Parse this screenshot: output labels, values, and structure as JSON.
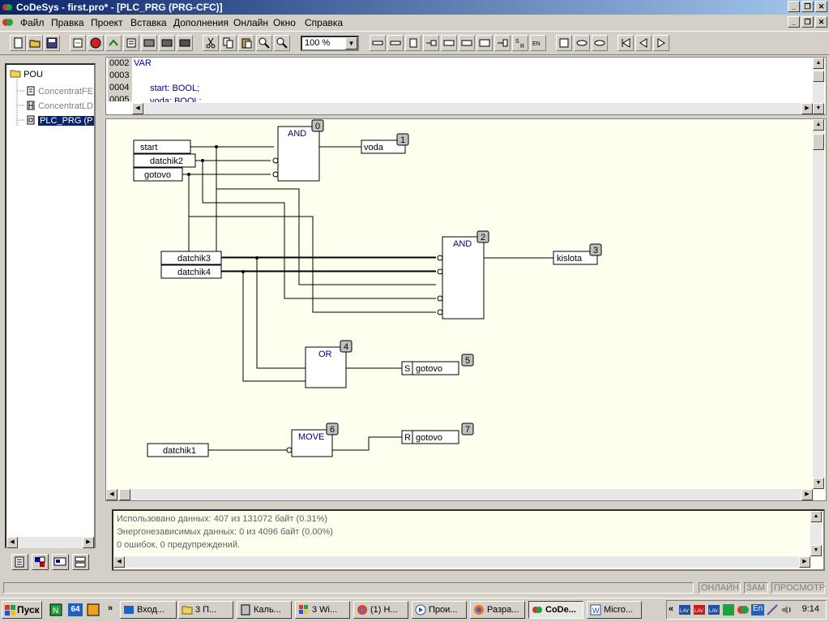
{
  "window": {
    "title": "CoDeSys - first.pro* - [PLC_PRG (PRG-CFC)]"
  },
  "menu": [
    "Файл",
    "Правка",
    "Проект",
    "Вставка",
    "Дополнения",
    "Онлайн",
    "Окно",
    "Справка"
  ],
  "toolbar": {
    "zoom": "100 %"
  },
  "tree": {
    "root": "POU",
    "items": [
      {
        "label": "ConcentratFE",
        "marker": "╶"
      },
      {
        "label": "ConcentratLD",
        "marker": "╶"
      },
      {
        "label": "PLC_PRG (P",
        "marker": "╶",
        "selected": true
      }
    ]
  },
  "var_editor": {
    "lines": [
      {
        "num": "0002",
        "text": "VAR"
      },
      {
        "num": "0003",
        "text": ""
      },
      {
        "num": "0004",
        "text": "start: BOOL;"
      },
      {
        "num": "0005",
        "text": "voda: BOOL;"
      }
    ]
  },
  "cfc": {
    "inputs": {
      "start": "start",
      "datchik2": "datchik2",
      "gotovo_in": "gotovo",
      "datchik3": "datchik3",
      "datchik4": "datchik4",
      "datchik1": "datchik1"
    },
    "blocks": {
      "and0": {
        "name": "AND",
        "num": "0"
      },
      "and2": {
        "name": "AND",
        "num": "2"
      },
      "or4": {
        "name": "OR",
        "num": "4"
      },
      "move6": {
        "name": "MOVE",
        "num": "6"
      }
    },
    "outputs": {
      "voda": {
        "label": "voda",
        "num": "1"
      },
      "kislota": {
        "label": "kislota",
        "num": "3"
      },
      "gotovo_s": {
        "label": "gotovo",
        "prefix": "S",
        "num": "5"
      },
      "gotovo_r": {
        "label": "gotovo",
        "prefix": "R",
        "num": "7"
      }
    }
  },
  "messages": [
    "Использовано данных: 407 из 131072 байт (0.31%)",
    "Энергонезависимых данных: 0 из 4096 байт (0.00%)",
    "0 ошибок, 0 предупреждений."
  ],
  "status": {
    "online": "ОНЛАЙН",
    "zam": "ЗАМ",
    "view": "ПРОСМОТР"
  },
  "taskbar": {
    "start": "Пуск",
    "quick": [
      "64"
    ],
    "tasks": [
      {
        "label": "Вход..."
      },
      {
        "label": "3 П..."
      },
      {
        "label": "Каль..."
      },
      {
        "label": "3 Wi..."
      },
      {
        "label": "(1) Н..."
      },
      {
        "label": "Прои..."
      },
      {
        "label": "Разра..."
      },
      {
        "label": "CoDe...",
        "active": true
      },
      {
        "label": "Micro..."
      }
    ],
    "tray_lang": "En",
    "clock": "9:14"
  }
}
